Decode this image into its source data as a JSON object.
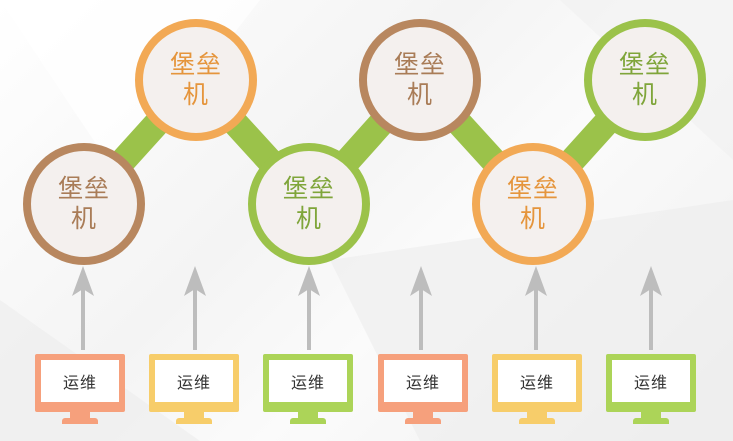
{
  "colors": {
    "brown": "#b8875f",
    "orange": "#f2a955",
    "green": "#9bc24a",
    "connector": "#9bc24a",
    "arrow": "#bdbdbd",
    "monitor_salmon": "#f6a07c",
    "monitor_yellow": "#f7cd6a",
    "monitor_green": "#acd458"
  },
  "nodes": [
    {
      "label": "堡垒机",
      "color": "brown"
    },
    {
      "label": "堡垒机",
      "color": "orange"
    },
    {
      "label": "堡垒机",
      "color": "green"
    },
    {
      "label": "堡垒机",
      "color": "brown"
    },
    {
      "label": "堡垒机",
      "color": "orange"
    },
    {
      "label": "堡垒机",
      "color": "green"
    }
  ],
  "clients": [
    {
      "label": "运维",
      "color": "salmon"
    },
    {
      "label": "运维",
      "color": "yellow"
    },
    {
      "label": "运维",
      "color": "green"
    },
    {
      "label": "运维",
      "color": "salmon"
    },
    {
      "label": "运维",
      "color": "yellow"
    },
    {
      "label": "运维",
      "color": "green"
    }
  ]
}
